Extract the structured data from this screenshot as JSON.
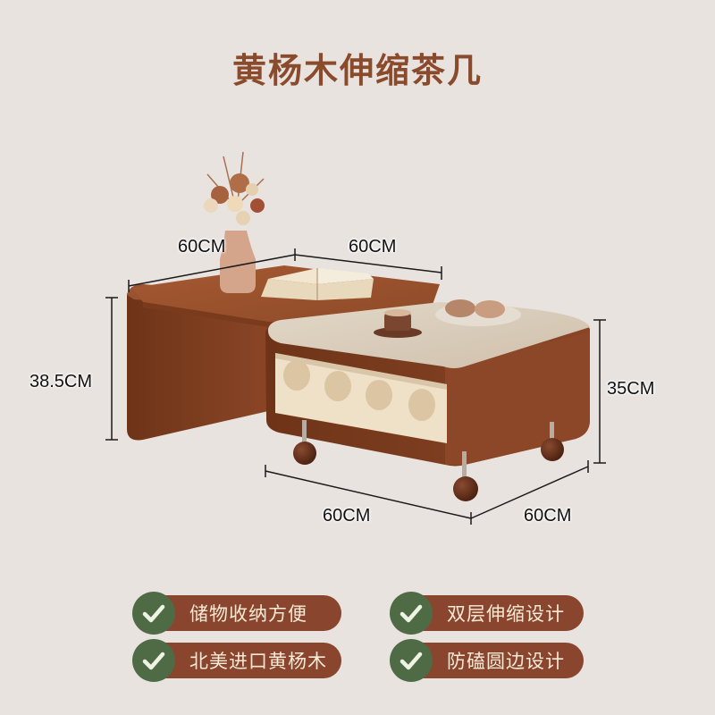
{
  "title": "黄杨木伸缩茶几",
  "dimensions": {
    "top_left_width": "60CM",
    "top_right_width": "60CM",
    "left_height": "38.5CM",
    "right_height": "35CM",
    "bottom_length": "60CM",
    "bottom_depth": "60CM"
  },
  "features": [
    {
      "label": "储物收纳方便",
      "icon": "check-icon"
    },
    {
      "label": "双层伸缩设计",
      "icon": "check-icon"
    },
    {
      "label": "北美进口黄杨木",
      "icon": "check-icon"
    },
    {
      "label": "防磕圆边设计",
      "icon": "check-icon"
    }
  ],
  "colors": {
    "background": "#e8e3df",
    "title": "#8a4a2c",
    "badge": "#8a452e",
    "check": "#4e6b45",
    "wood": "#8a4428",
    "cream": "#efe0c8"
  }
}
